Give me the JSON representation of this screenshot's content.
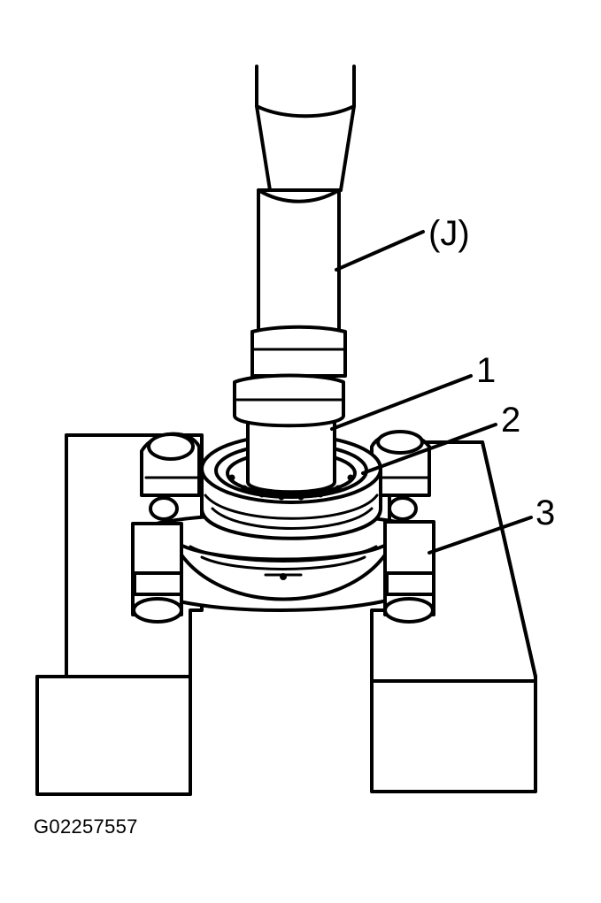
{
  "callouts": {
    "tool": "(J)",
    "part_1": "1",
    "part_2": "2",
    "part_3": "3"
  },
  "figure_id": "G02257557",
  "colors": {
    "line": "#000000",
    "background": "#ffffff"
  }
}
